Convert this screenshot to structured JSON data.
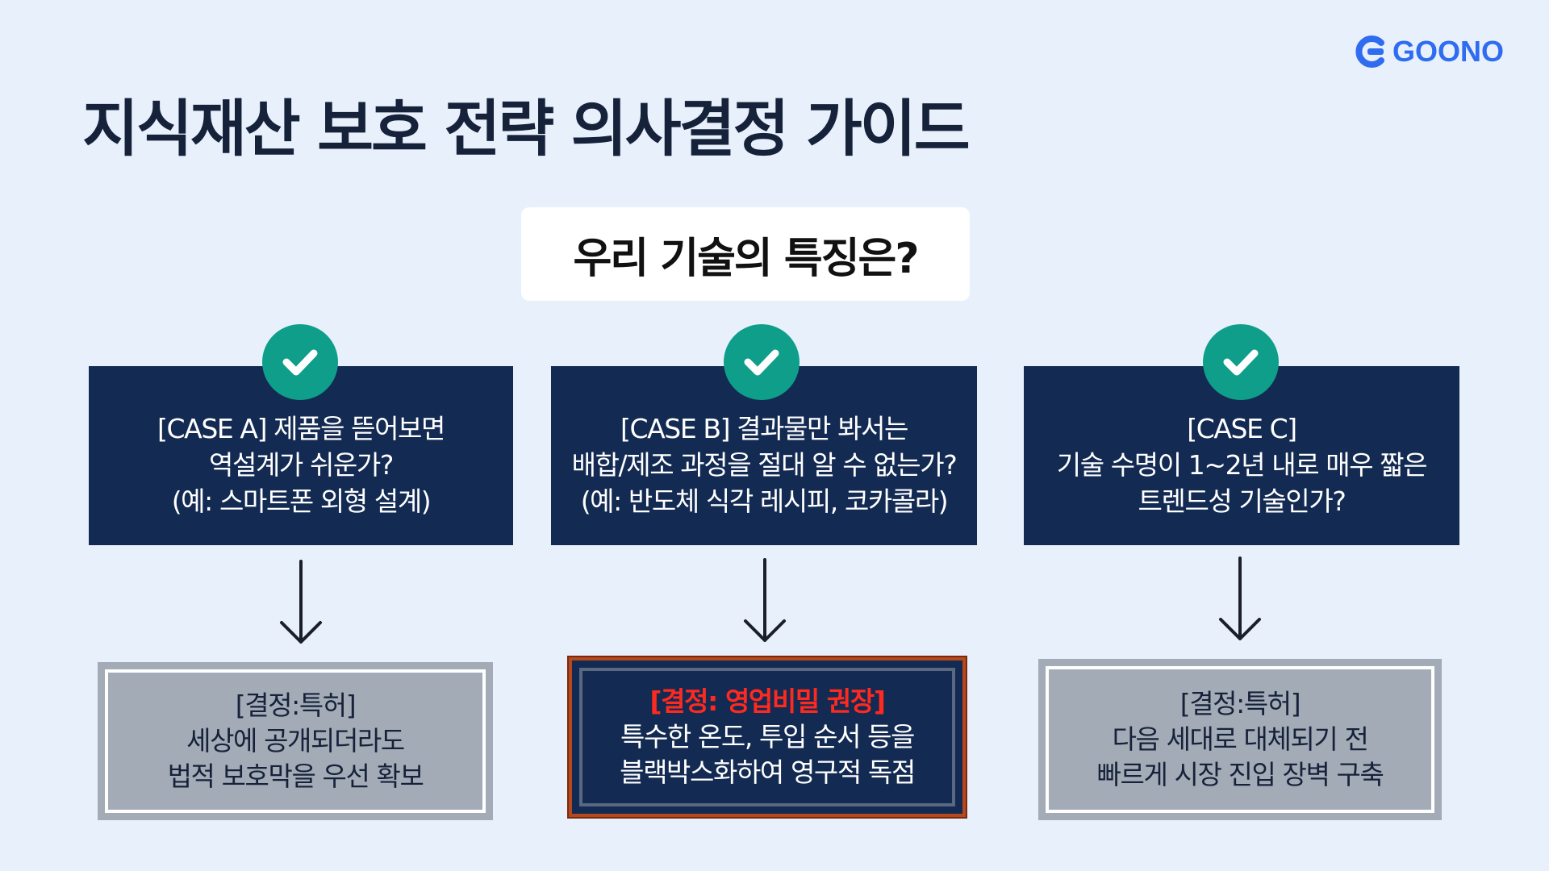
{
  "brand": {
    "logo_text": "GOONO",
    "logo_color": "#2f6cf0"
  },
  "title": "지식재산 보호 전략 의사결정 가이드",
  "question": "우리 기술의 특징은?",
  "cases": [
    {
      "lines": [
        "[CASE A] 제품을 뜯어보면",
        "역설계가 쉬운가?",
        "(예: 스마트폰 외형 설계)"
      ]
    },
    {
      "lines": [
        "[CASE B] 결과물만 봐서는",
        "배합/제조 과정을 절대 알 수 없는가?",
        "(예: 반도체 식각 레시피, 코카콜라)"
      ]
    },
    {
      "lines": [
        "[CASE C]",
        "기술 수명이 1~2년 내로 매우 짧은",
        "트렌드성 기술인가?"
      ]
    }
  ],
  "decisions": [
    {
      "lines": [
        "[결정:특허]",
        "세상에 공개되더라도",
        "법적 보호막을 우선 확보"
      ]
    },
    {
      "lines": [
        "[결정: 영업비밀 권장]",
        "특수한 온도, 투입 순서 등을",
        "블랙박스화하여 영구적 독점"
      ]
    },
    {
      "lines": [
        "[결정:특허]",
        "다음 세대로 대체되기 전",
        "빠르게 시장 진입 장벽 구축"
      ]
    }
  ],
  "colors": {
    "background": "#e8f0fc",
    "case_box": "#132a52",
    "check_badge": "#0f9e8a",
    "decision_grey": "#a3abb6",
    "decision_highlight_frame": "#b5481c",
    "decision_highlight_text": "#ff2a1f"
  },
  "icons": [
    "goono-logo-icon",
    "check-icon",
    "arrow-down-icon"
  ]
}
